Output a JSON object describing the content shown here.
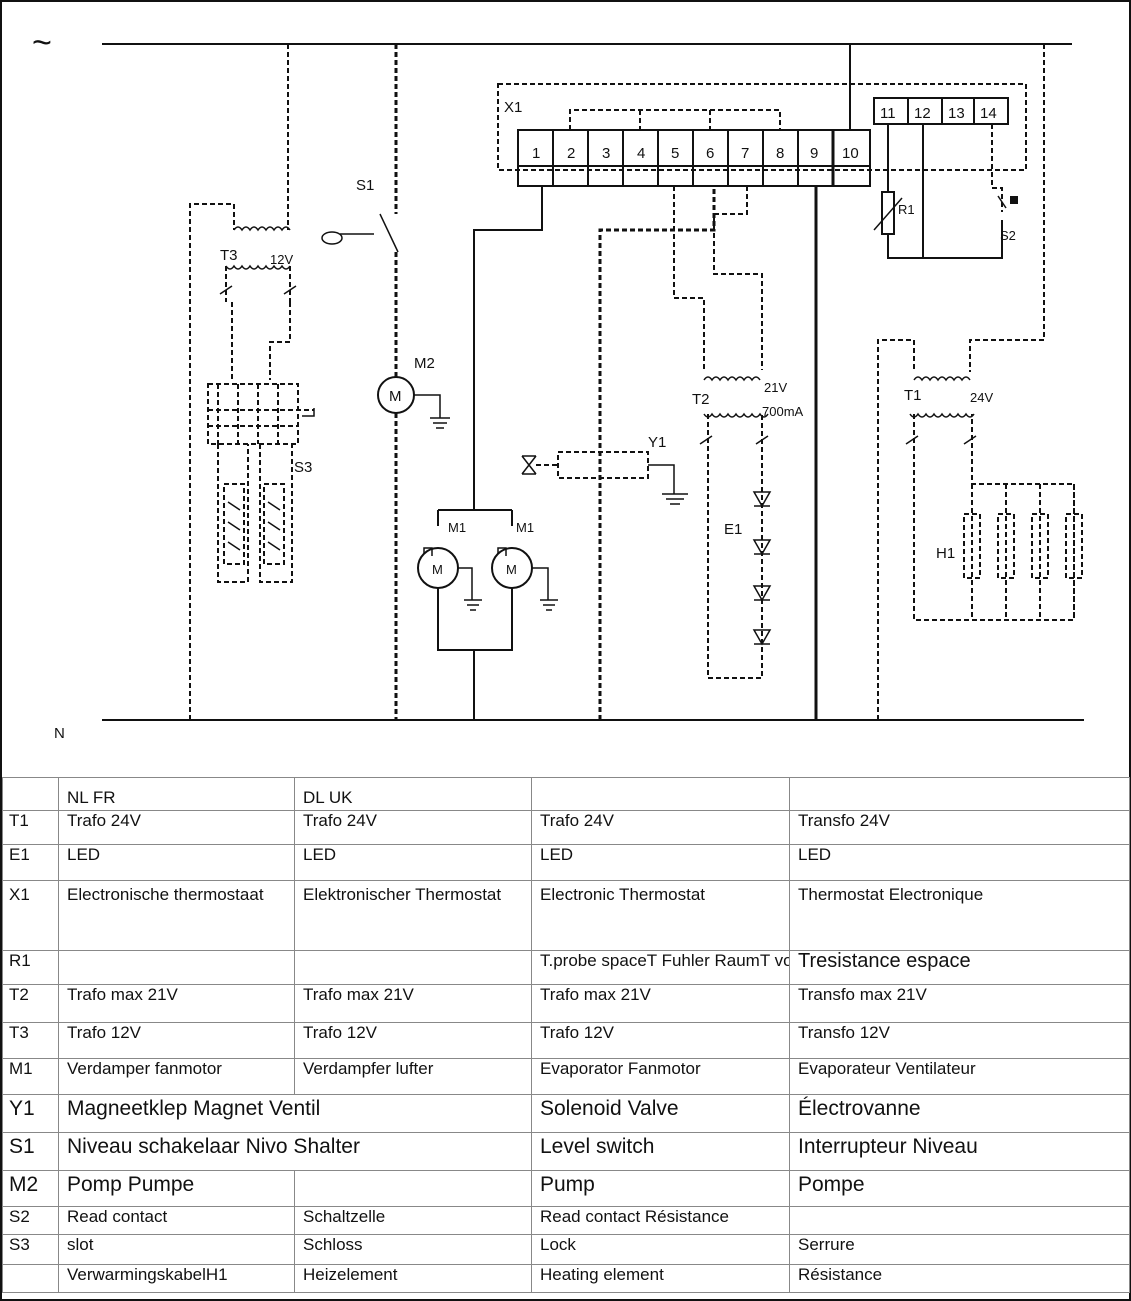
{
  "diagram": {
    "supply_symbol": "~",
    "neutral_label": "N",
    "terminal_block_label": "X1",
    "terminals_main": [
      "1",
      "2",
      "3",
      "4",
      "5",
      "6",
      "7",
      "8",
      "9",
      "10"
    ],
    "terminals_aux": [
      "11",
      "12",
      "13",
      "14"
    ],
    "components": {
      "T3": "T3",
      "T3_voltage": "12V",
      "S1": "S1",
      "S3": "S3",
      "M2": "M2",
      "motor_letter": "M",
      "M1_left": "M1",
      "M1_right": "M1",
      "Y1": "Y1",
      "T2": "T2",
      "T2_voltage": "21V",
      "T2_current": "700mA",
      "E1": "E1",
      "R1": "R1",
      "S2": "S2",
      "T1": "T1",
      "T1_voltage": "24V",
      "H1": "H1"
    }
  },
  "legend": {
    "header": [
      "",
      "NL FR",
      "DL UK",
      "",
      ""
    ],
    "rows": [
      {
        "code": "T1",
        "c1": "Trafo 24V",
        "c2": "Trafo  24V",
        "c3": "Trafo 24V",
        "c4": "Transfo 24V"
      },
      {
        "code": "E1",
        "c1": "LED",
        "c2": "LED",
        "c3": "LED",
        "c4": "LED"
      },
      {
        "code": "X1",
        "c1": "Electronische thermostaat",
        "c2": "Elektronischer Thermostat",
        "c3": "Electronic Thermostat",
        "c4": "Thermostat Electronique"
      },
      {
        "code": "R1",
        "c1": "",
        "c2": "",
        "c3": "T.probe spaceT Fuhler RaumT voeler resistance",
        "c4": "Tresistance espace"
      },
      {
        "code": "T2",
        "c1": "Trafo max 21V",
        "c2": "Trafo max 21V",
        "c3": "Trafo max 21V",
        "c4": "Transfo max 21V"
      },
      {
        "code": "T3",
        "c1": "Trafo 12V",
        "c2": "Trafo  12V",
        "c3": "Trafo 12V",
        "c4": "Transfo 12V"
      },
      {
        "code": "M1",
        "c1": "Verdamper fanmotor",
        "c2": "Verdampfer lufter",
        "c3": "Evaporator Fanmotor",
        "c4": "Evaporateur Ventilateur"
      },
      {
        "code": "Y1",
        "c1": "Magneetklep Magnet Ventil",
        "c3": "Solenoid Valve",
        "c4": "Électrovanne"
      },
      {
        "code": "S1",
        "c1": "Niveau schakelaar Nivo Shalter",
        "c3": "Level switch",
        "c4": "Interrupteur Niveau"
      },
      {
        "code": "M2",
        "c1": "Pomp Pumpe",
        "c2": "",
        "c3": "Pump",
        "c4": "Pompe"
      },
      {
        "code": "S2",
        "c1": "Read contact",
        "c2": "Schaltzelle",
        "c3": "Read contact Résistance",
        "c4": ""
      },
      {
        "code": "S3",
        "c1": "slot",
        "c2": "Schloss",
        "c3": "Lock",
        "c4": "Serrure"
      },
      {
        "code": "",
        "c1": "VerwarmingskabelH1",
        "c2": "Heizelement",
        "c3": "Heating element",
        "c4": "Résistance"
      }
    ]
  }
}
